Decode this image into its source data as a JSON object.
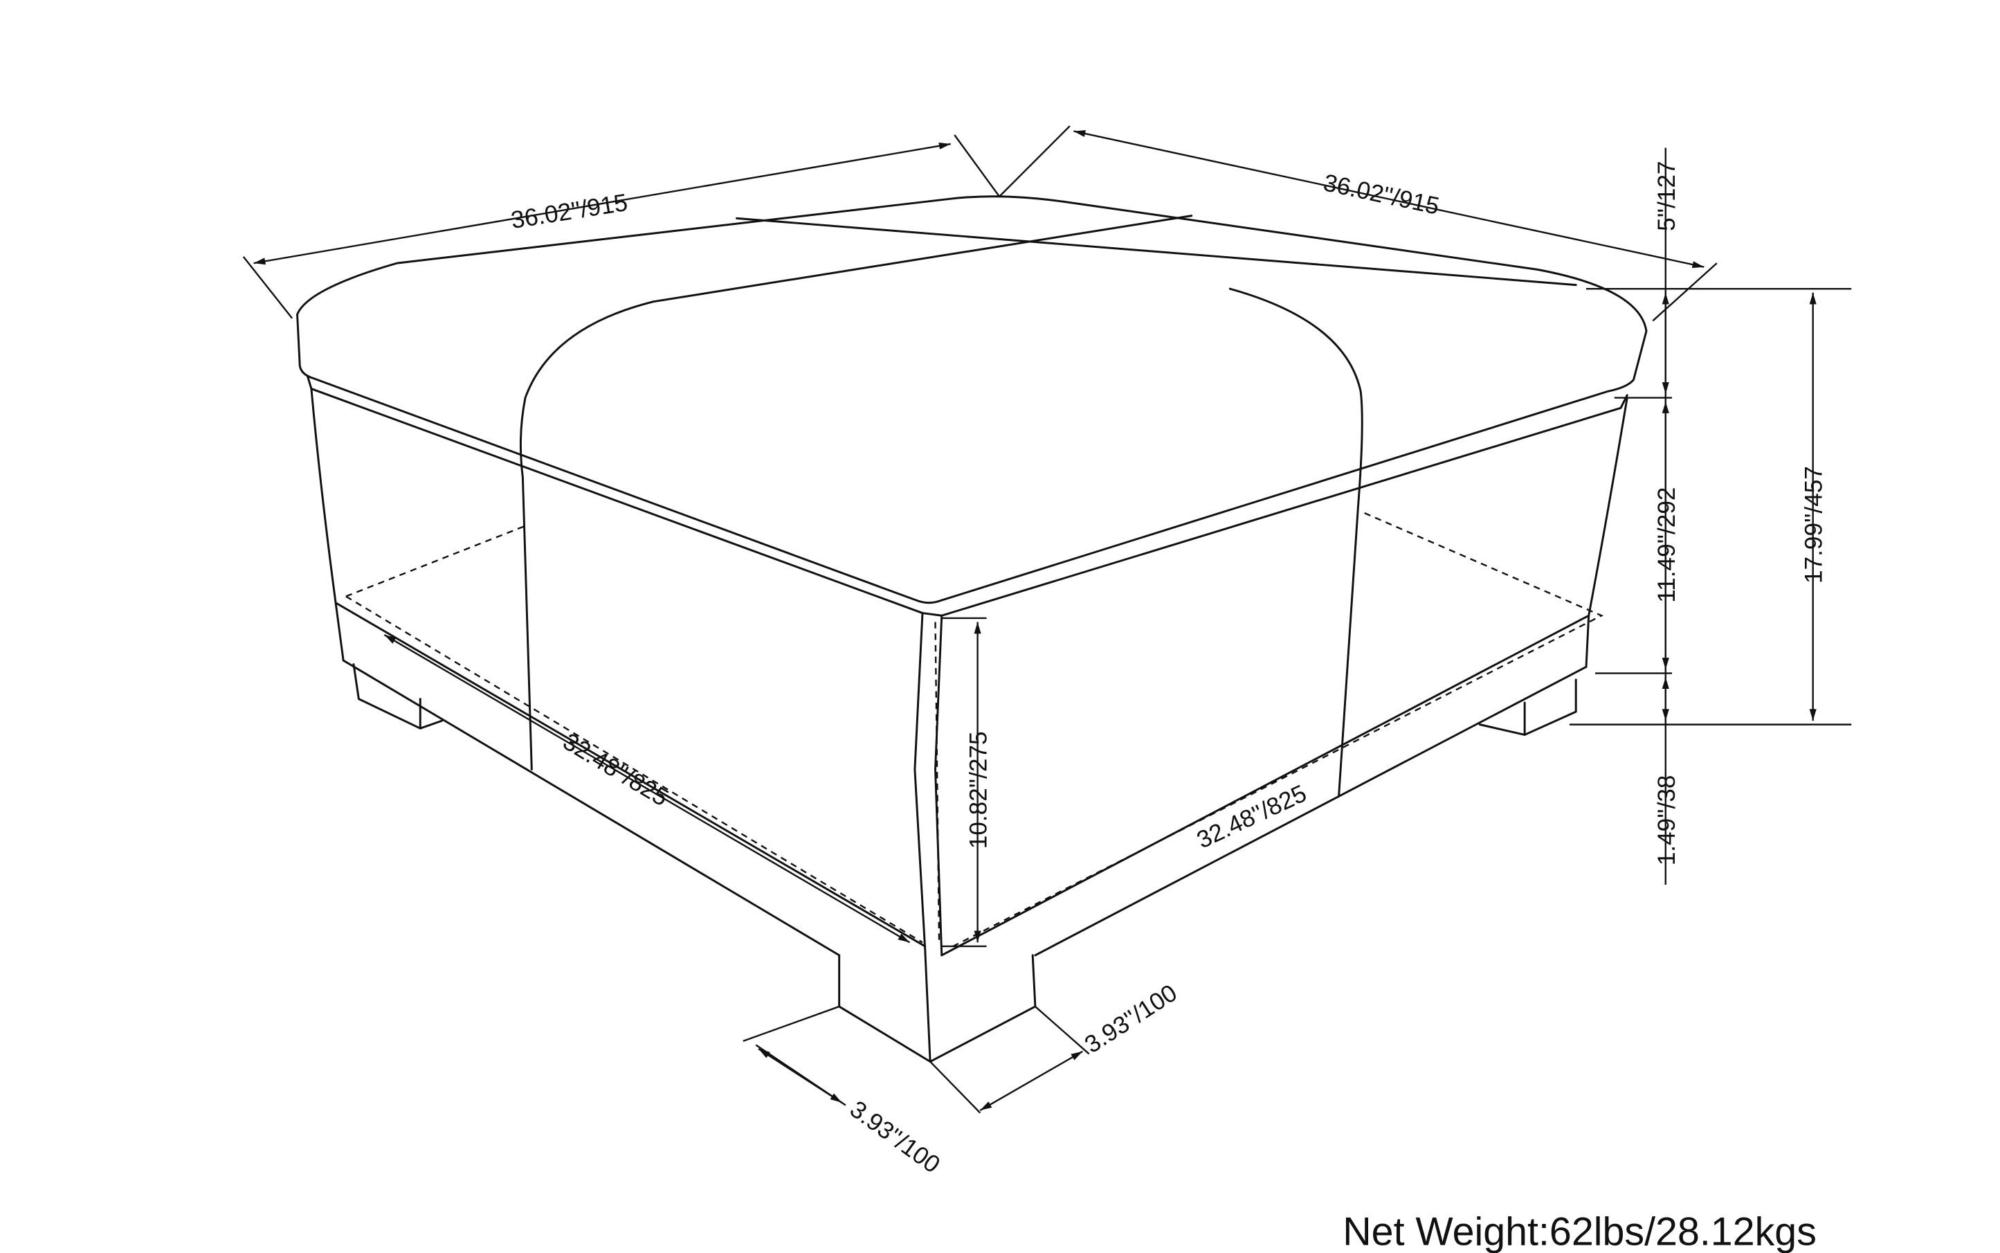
{
  "diagram": {
    "dimensions": {
      "top_width_left": "36.02''/915",
      "top_width_right": "36.02''/915",
      "cushion_height": "5''/127",
      "body_height": "11.49''/292",
      "leg_clearance": "1.49''/38",
      "total_height": "17.99''/457",
      "inner_height": "10.82''/275",
      "base_length_left": "32.48''/825",
      "base_length_right": "32.48''/825",
      "leg_width_right": "3.93''/100",
      "leg_width_left": "3.93''/100"
    },
    "net_weight": "Net Weight:62lbs/28.12kgs",
    "line_color": "#111111",
    "background": "#ffffff"
  }
}
